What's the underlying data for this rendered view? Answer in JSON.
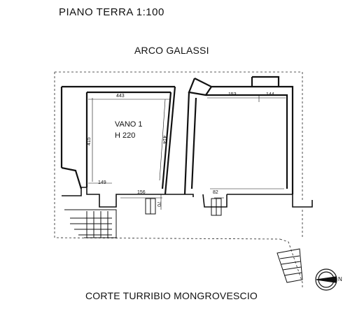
{
  "title": "PIANO  TERRA   1:100",
  "street_top": "ARCO GALASSI",
  "street_bottom": "CORTE TURRIBIO MONGROVESCIO",
  "room": {
    "name": "VANO 1",
    "height": "H 220"
  },
  "dimensions": {
    "d443": "443",
    "d415": "415",
    "d414": "414",
    "d149": "149",
    "d156": "156",
    "d70": "70",
    "d153": "153",
    "d144": "144",
    "d82": "82"
  },
  "compass": {
    "label": "N"
  },
  "colors": {
    "ink": "#111111",
    "background": "#ffffff"
  }
}
